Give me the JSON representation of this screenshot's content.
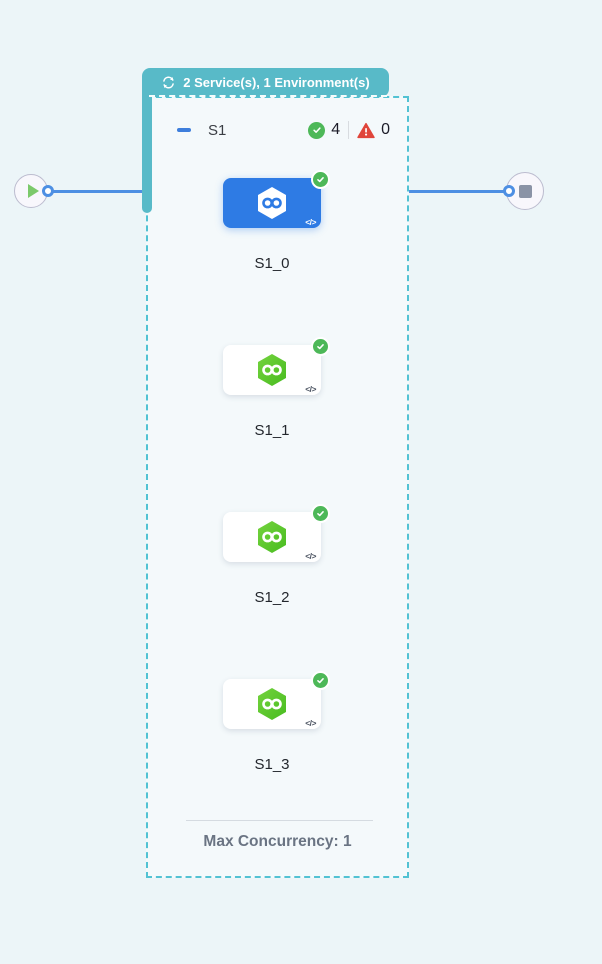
{
  "stage_badge": {
    "label": "2 Service(s), 1 Environment(s)"
  },
  "stage": {
    "name": "S1",
    "success_count": "4",
    "warning_count": "0",
    "max_concurrency_label": "Max Concurrency: 1",
    "nodes": [
      {
        "label": "S1_0",
        "selected": true,
        "status": "success"
      },
      {
        "label": "S1_1",
        "selected": false,
        "status": "success"
      },
      {
        "label": "S1_2",
        "selected": false,
        "status": "success"
      },
      {
        "label": "S1_3",
        "selected": false,
        "status": "success"
      }
    ]
  },
  "icons": {
    "code_glyph": "</>"
  },
  "colors": {
    "canvas_bg": "#ECF5F8",
    "stage_teal": "#58BAC8",
    "dash_teal": "#52C2D3",
    "edge_blue": "#4D8FE3",
    "selected_node_blue": "#2E7BE4",
    "success_green": "#4DB858",
    "service_green": "#5BC72B",
    "warning_red": "#E0453A"
  }
}
